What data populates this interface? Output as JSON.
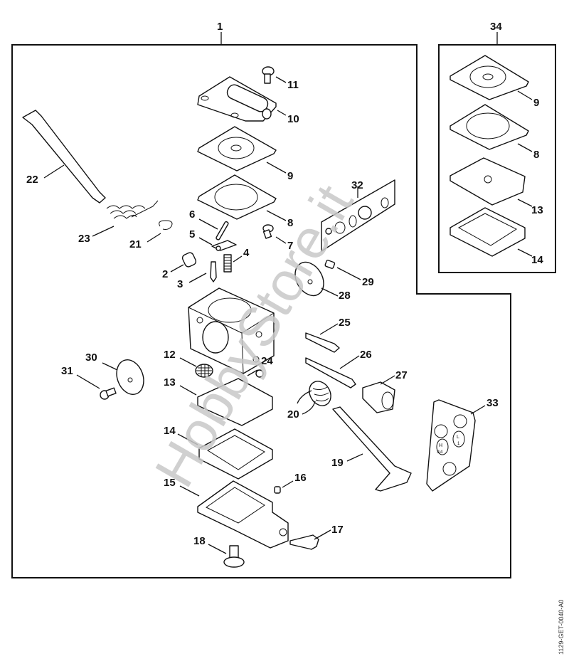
{
  "diagram": {
    "title": "Carburetor exploded parts diagram",
    "main_group_label": "1",
    "kit_group_label": "34",
    "kit_label_32": "32",
    "watermark": "HobbyStore.it",
    "drawing_code": "1129-GET-0040-A0",
    "callouts": {
      "p2": "2",
      "p3": "3",
      "p4": "4",
      "p5": "5",
      "p6": "6",
      "p7": "7",
      "p8": "8",
      "p9": "9",
      "p10": "10",
      "p11": "11",
      "p12": "12",
      "p13": "13",
      "p14": "14",
      "p15": "15",
      "p16": "16",
      "p17": "17",
      "p18": "18",
      "p19": "19",
      "p20": "20",
      "p21": "21",
      "p22": "22",
      "p23": "23",
      "p24": "24",
      "p25": "25",
      "p26": "26",
      "p27": "27",
      "p28": "28",
      "p29": "29",
      "p30": "30",
      "p31": "31",
      "p33": "33"
    },
    "kit_callouts": {
      "k9": "9",
      "k8": "8",
      "k13": "13",
      "k14": "14"
    },
    "cap_markings": {
      "h": "H",
      "h_turns": "3/4",
      "l": "L",
      "l_turns": "1"
    }
  }
}
